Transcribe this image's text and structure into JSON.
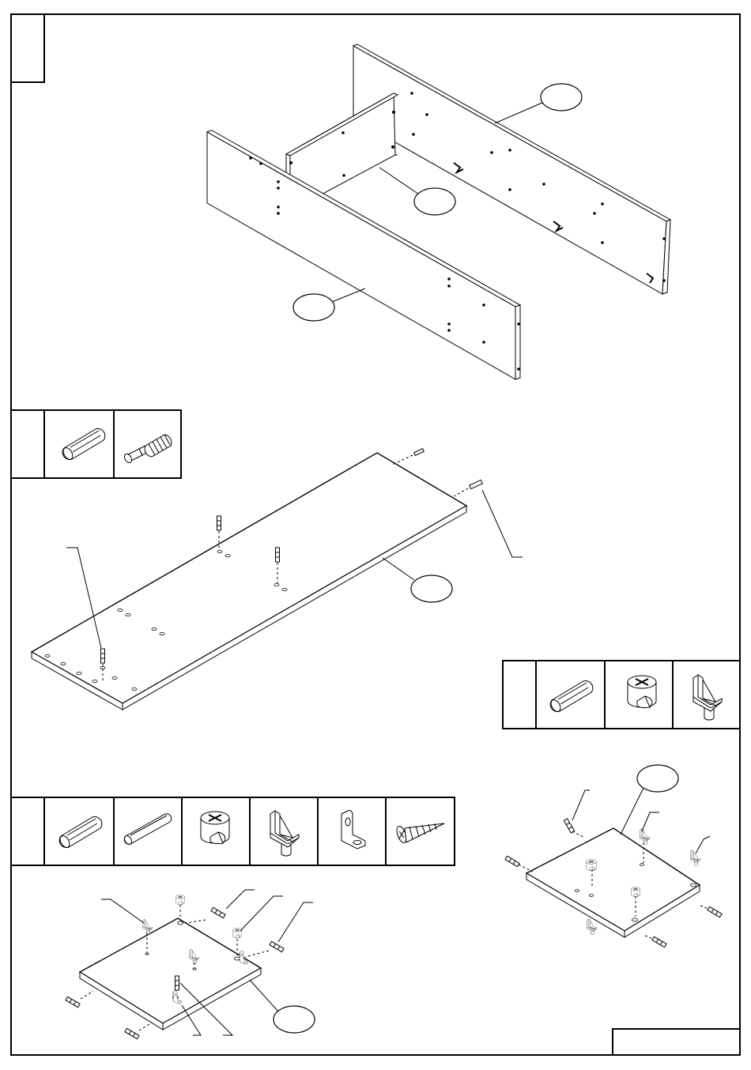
{
  "sheet": {
    "step_label": "",
    "footer_label": ""
  },
  "callouts": {
    "back_panel": "",
    "middle_divider": "",
    "front_panel": "",
    "bottom_board": "",
    "right_side_panel": "",
    "left_side_panel": ""
  },
  "hardware_boxes": {
    "box_a": {
      "label": "",
      "items": [
        "wooden-dowel",
        "cam-bolt"
      ]
    },
    "box_b": {
      "label": "",
      "items": [
        "wooden-dowel",
        "cam-lock",
        "shelf-support"
      ]
    },
    "box_c": {
      "label": "",
      "items": [
        "wooden-dowel",
        "long-dowel",
        "cam-lock",
        "shelf-support",
        "angle-bracket",
        "wood-screw"
      ]
    }
  },
  "icons": [
    "wooden-dowel-icon",
    "cam-bolt-icon",
    "cam-lock-icon",
    "shelf-support-icon",
    "angle-bracket-icon",
    "wood-screw-icon"
  ],
  "colors": {
    "line": "#000000",
    "paper": "#ffffff"
  }
}
